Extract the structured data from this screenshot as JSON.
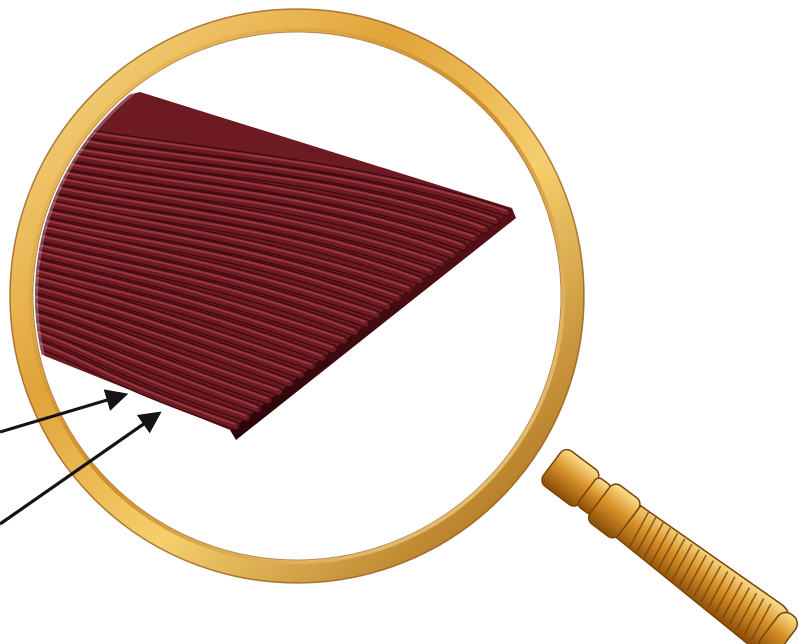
{
  "scene": {
    "background": "#ffffff",
    "subject": "magnifying-glass-over-fiber-strip",
    "colors": {
      "fiber_base": "#6e1a22",
      "fiber_highlight": "#a8444a",
      "fiber_shadow": "#3c0a10",
      "lens_rim_light": "#f7d27a",
      "lens_rim_dark": "#a8660c",
      "handle_gold": "#d9962b",
      "arrow": "#141414"
    },
    "arrows": [
      {
        "name": "upper-pointer-arrow",
        "points_to": "fiber-strip"
      },
      {
        "name": "lower-pointer-arrow",
        "points_to": "fiber-strip"
      }
    ]
  }
}
